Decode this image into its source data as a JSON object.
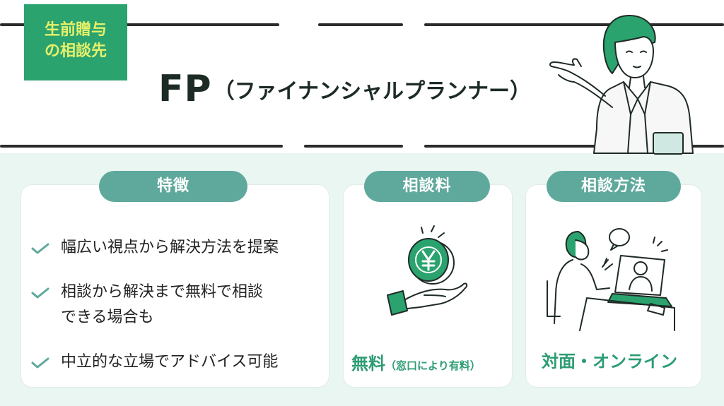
{
  "tag": {
    "line1": "生前贈与",
    "line2": "の相談先"
  },
  "title": {
    "main": "FP",
    "sub": "（ファイナンシャルプランナー）"
  },
  "cards": {
    "features": {
      "label": "特徴",
      "items": [
        "幅広い視点から解決方法を提案",
        "相談から解決まで無料で相談",
        "できる場合も",
        "中立的な立場でアドバイス可能"
      ]
    },
    "fee": {
      "label": "相談料",
      "value": "無料",
      "note": "（窓口により有料）"
    },
    "method": {
      "label": "相談方法",
      "value": "対面・オンライン"
    }
  },
  "colors": {
    "accent_green": "#2aa36f",
    "teal": "#5fa89c",
    "yellow": "#e6f06a"
  },
  "icons": [
    "check-icon",
    "yen-coin-hand-icon",
    "consultation-icon",
    "presenter-woman-icon"
  ]
}
